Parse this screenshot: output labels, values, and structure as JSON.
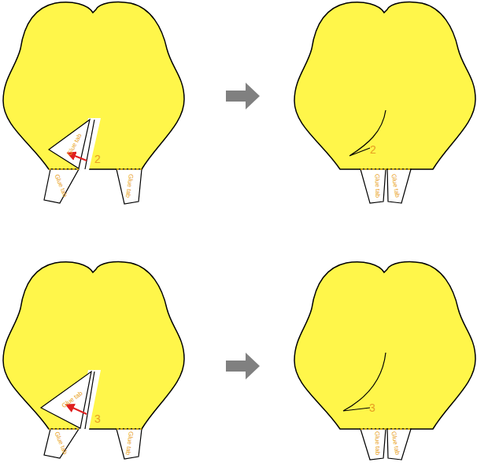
{
  "diagram": {
    "labels": [
      "Glue tab",
      "Glue tab",
      "Glue tab",
      "2",
      "2",
      "Glue tab",
      "Glue tab",
      "Glue tab",
      "Glue tab",
      "Glue tab",
      "3",
      "3",
      "Glue tab",
      "Glue tab"
    ]
  }
}
